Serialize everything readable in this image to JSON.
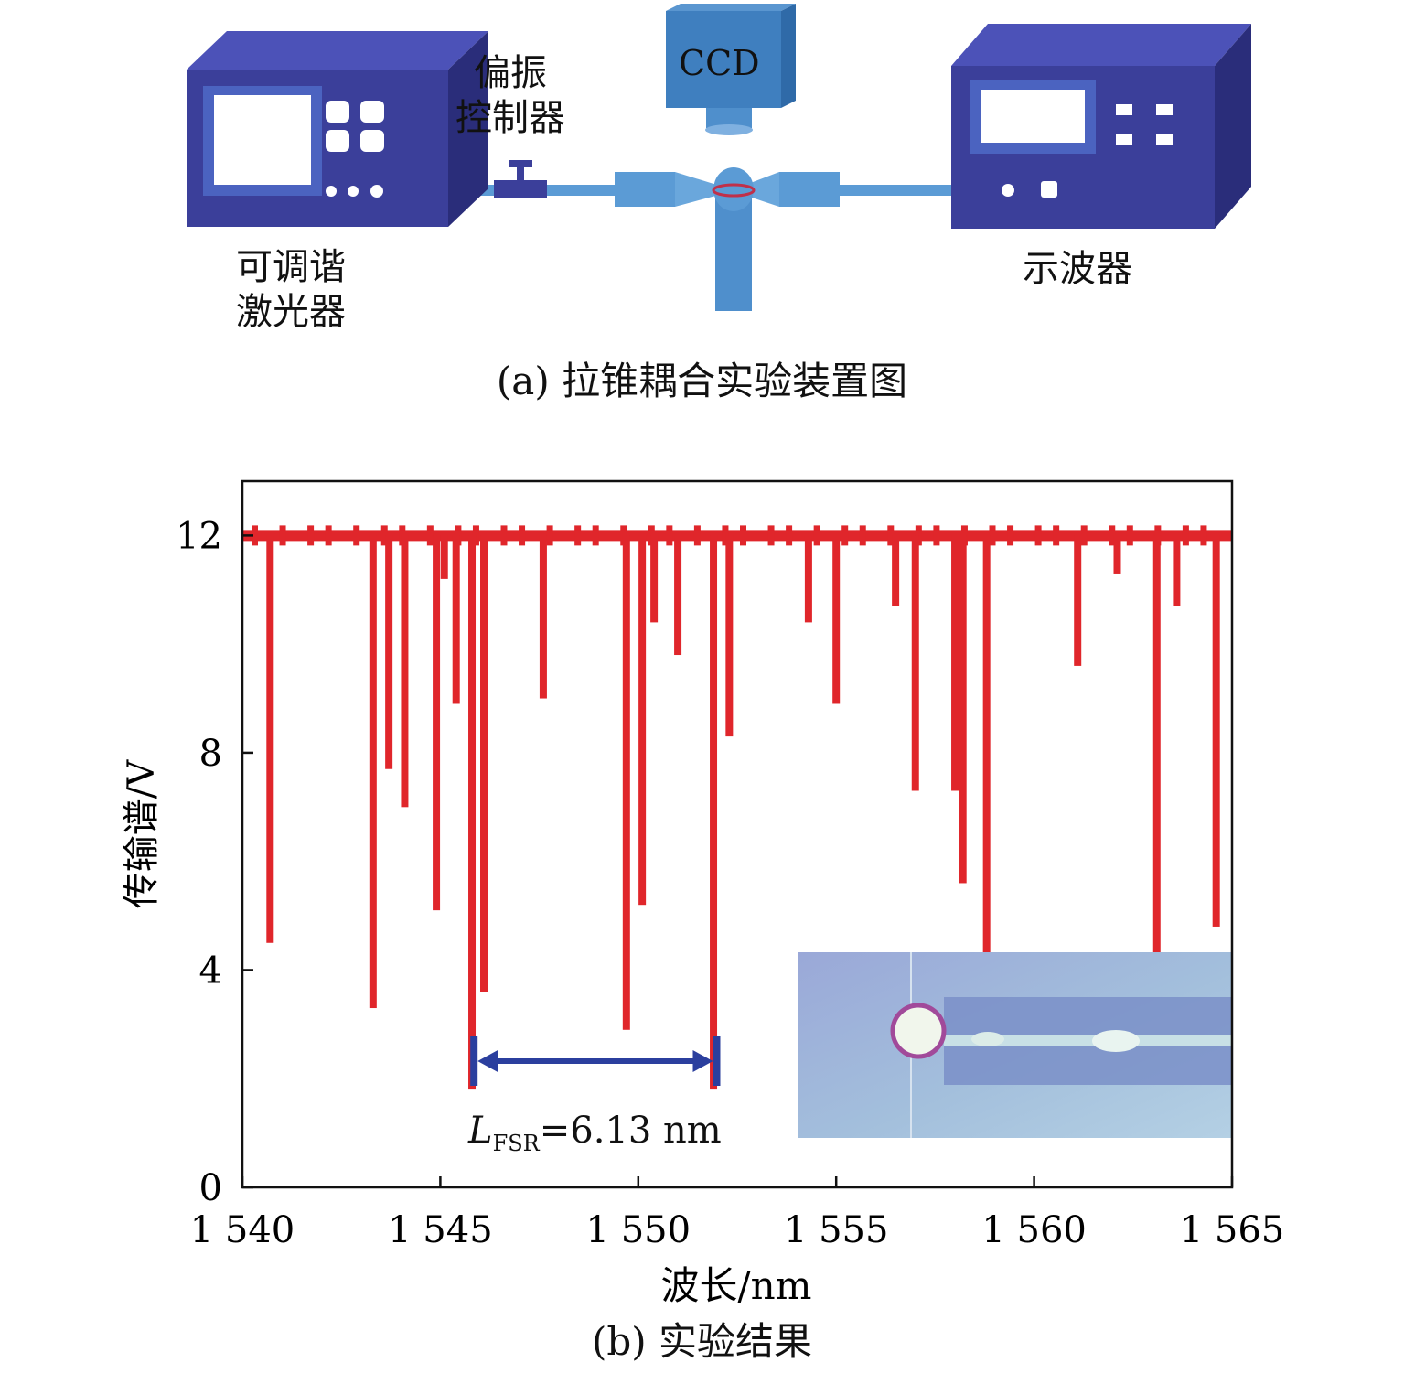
{
  "setup": {
    "caption": "(a) 拉锥耦合实验装置图",
    "laser_label_line1": "可调谐",
    "laser_label_line2": "激光器",
    "polarizer_label_line1": "偏振",
    "polarizer_label_line2": "控制器",
    "ccd_label": "CCD",
    "scope_label": "示波器",
    "colors": {
      "device": "#3b3f9a",
      "device_dark": "#2a2d7a",
      "device_side": "#4c52b8",
      "fiber": "#5b9bd5",
      "ccd": "#3f7fbf"
    }
  },
  "result": {
    "caption": "(b) 实验结果",
    "fsr_symbol": "L",
    "fsr_subscript": "FSR",
    "fsr_value": "=6.13 nm",
    "fsr_start": 1545.85,
    "fsr_end": 1551.98
  },
  "chart_data": {
    "type": "line",
    "xlabel": "波长/nm",
    "ylabel": "传输谱/V",
    "xlim": [
      1540,
      1565
    ],
    "ylim": [
      0,
      13
    ],
    "xticks": [
      1540,
      1545,
      1550,
      1555,
      1560,
      1565
    ],
    "xtick_labels": [
      "1 540",
      "1 545",
      "1 550",
      "1 555",
      "1 560",
      "1 565"
    ],
    "yticks": [
      0,
      4,
      8,
      12
    ],
    "ytick_labels": [
      "0",
      "4",
      "8",
      "12"
    ],
    "baseline": 12.0,
    "grid": false,
    "line_color": "#e0262b",
    "marker_color": "#2b3f9e",
    "dips": [
      [
        1540.7,
        4.5
      ],
      [
        1543.3,
        3.3
      ],
      [
        1543.7,
        7.7
      ],
      [
        1544.1,
        7.0
      ],
      [
        1544.9,
        5.1
      ],
      [
        1545.1,
        11.2
      ],
      [
        1545.4,
        8.9
      ],
      [
        1545.8,
        1.8
      ],
      [
        1546.1,
        3.6
      ],
      [
        1547.6,
        9.0
      ],
      [
        1549.7,
        2.9
      ],
      [
        1550.1,
        5.2
      ],
      [
        1550.4,
        10.4
      ],
      [
        1551.0,
        9.8
      ],
      [
        1551.9,
        1.8
      ],
      [
        1552.3,
        8.3
      ],
      [
        1554.3,
        10.4
      ],
      [
        1555.0,
        8.9
      ],
      [
        1556.5,
        10.7
      ],
      [
        1557.0,
        7.3
      ],
      [
        1558.0,
        7.3
      ],
      [
        1558.2,
        5.6
      ],
      [
        1558.8,
        4.2
      ],
      [
        1561.1,
        9.6
      ],
      [
        1562.1,
        11.3
      ],
      [
        1563.1,
        4.2
      ],
      [
        1563.6,
        10.7
      ],
      [
        1564.6,
        4.8
      ]
    ]
  }
}
